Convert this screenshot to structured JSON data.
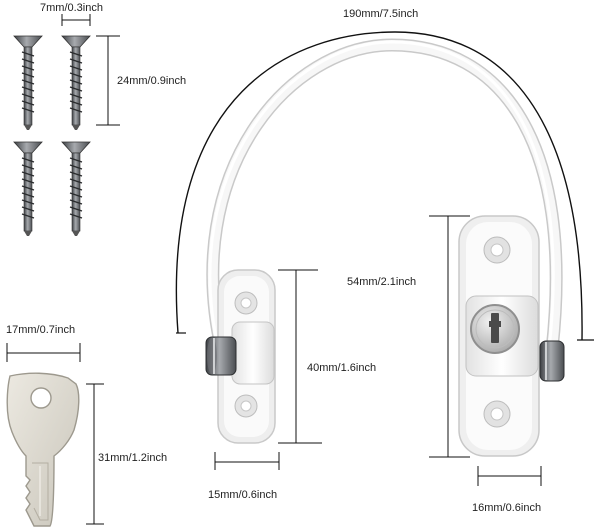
{
  "dimensions": {
    "screw_width": "7mm/0.3inch",
    "screw_length": "24mm/0.9inch",
    "cable_length": "190mm/7.5inch",
    "lock_height": "54mm/2.1inch",
    "latch_height": "40mm/1.6inch",
    "key_width": "17mm/0.7inch",
    "key_length": "31mm/1.2inch",
    "latch_width": "15mm/0.6inch",
    "lock_width": "16mm/0.6inch"
  },
  "icons": [
    "screw-icon",
    "key-icon",
    "cable-icon",
    "latch-block-icon",
    "lock-block-icon",
    "keyhole-icon"
  ],
  "colors": {
    "product": "#f4f4f4",
    "metal": "#8a8d90",
    "key": "#dad6cc",
    "dimension_line": "#111111"
  }
}
